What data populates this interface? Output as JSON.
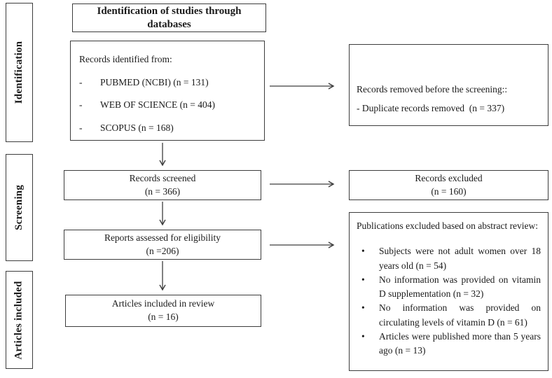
{
  "sidebar": {
    "stages": [
      {
        "label": "Identification"
      },
      {
        "label": "Screening"
      },
      {
        "label": "Articles included"
      }
    ]
  },
  "title_box": {
    "text": "Identification of studies through databases"
  },
  "identified_box": {
    "heading": "Records identified from:",
    "marker": "-",
    "items": [
      "PUBMED (NCBI) (n = 131)",
      "WEB OF SCIENCE (n = 404)",
      "SCOPUS (n = 168)"
    ]
  },
  "removed_box": {
    "heading": "Records removed before the screening::",
    "item": "- Duplicate records removed  (n = 337)"
  },
  "screened_box": {
    "line1": "Records screened",
    "line2": "(n = 366)"
  },
  "excluded_box": {
    "line1": "Records excluded",
    "line2": "(n = 160)"
  },
  "assessed_box": {
    "line1": "Reports assessed for eligibility",
    "line2": "(n =206)"
  },
  "abstract_box": {
    "heading": "Publications excluded based on abstract review:",
    "marker": "•",
    "bullets": [
      "Subjects were not adult women over 18 years old (n = 54)",
      "No information was provided on vitamin D supplementation (n = 32)",
      "No information was provided on circulating levels of vitamin D (n = 61)",
      "Articles were published more than 5 years ago (n = 13)"
    ]
  },
  "included_box": {
    "line1": "Articles included in review",
    "line2": "(n = 16)"
  },
  "colors": {
    "border": "#3d3d3d",
    "text": "#1a1a1a",
    "background": "#ffffff"
  }
}
